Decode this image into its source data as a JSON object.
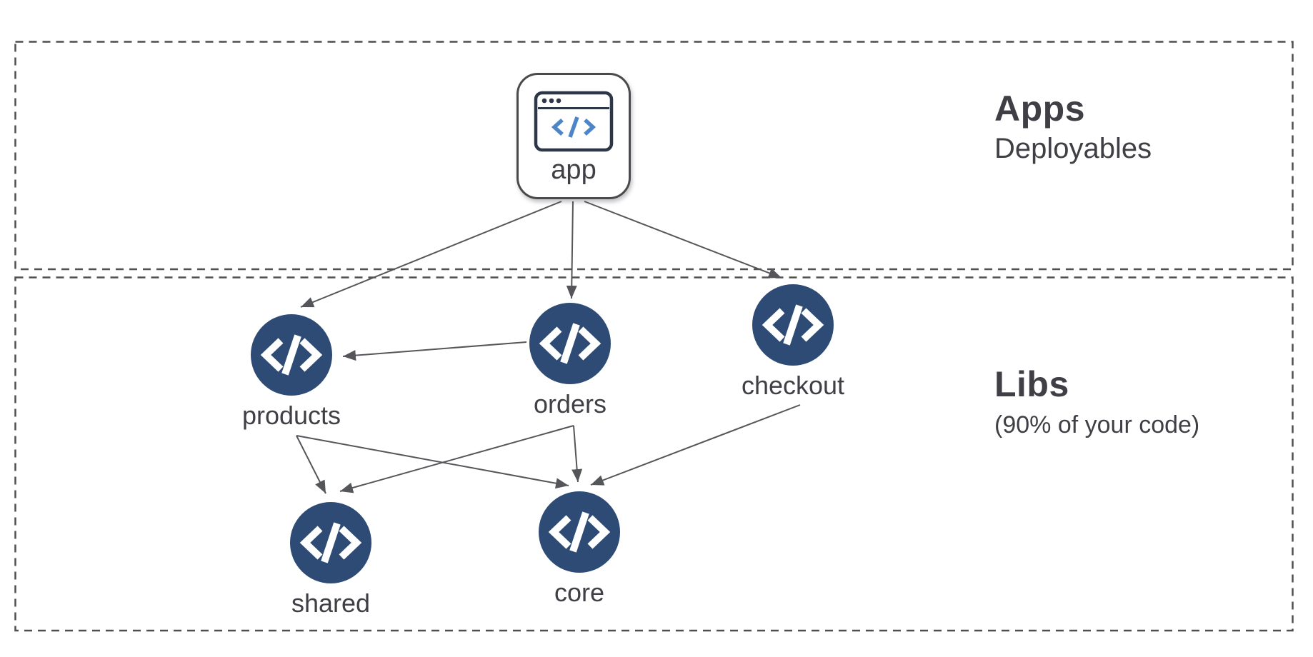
{
  "diagram": {
    "sections": [
      {
        "id": "apps",
        "title": "Apps",
        "subtitle": "Deployables"
      },
      {
        "id": "libs",
        "title": "Libs",
        "subtitle": "(90% of your code)"
      }
    ],
    "nodes": {
      "app": {
        "label": "app",
        "type": "application",
        "icon": "browser-code-icon"
      },
      "products": {
        "label": "products",
        "type": "library",
        "icon": "code-icon"
      },
      "orders": {
        "label": "orders",
        "type": "library",
        "icon": "code-icon"
      },
      "checkout": {
        "label": "checkout",
        "type": "library",
        "icon": "code-icon"
      },
      "shared": {
        "label": "shared",
        "type": "library",
        "icon": "code-icon"
      },
      "core": {
        "label": "core",
        "type": "library",
        "icon": "code-icon"
      }
    },
    "edges": [
      {
        "from": "app",
        "to": "products"
      },
      {
        "from": "app",
        "to": "orders"
      },
      {
        "from": "app",
        "to": "checkout"
      },
      {
        "from": "orders",
        "to": "products"
      },
      {
        "from": "products",
        "to": "shared"
      },
      {
        "from": "products",
        "to": "core"
      },
      {
        "from": "orders",
        "to": "shared"
      },
      {
        "from": "orders",
        "to": "core"
      },
      {
        "from": "checkout",
        "to": "core"
      }
    ],
    "colors": {
      "node_fill": "#2d4b74",
      "node_glyph": "#ffffff",
      "arrow": "#55565a",
      "dashed_border": "#4f4f4f",
      "text": "#3f3f45",
      "app_icon_stroke": "#2d3748",
      "app_icon_code": "#4d86c8"
    }
  }
}
